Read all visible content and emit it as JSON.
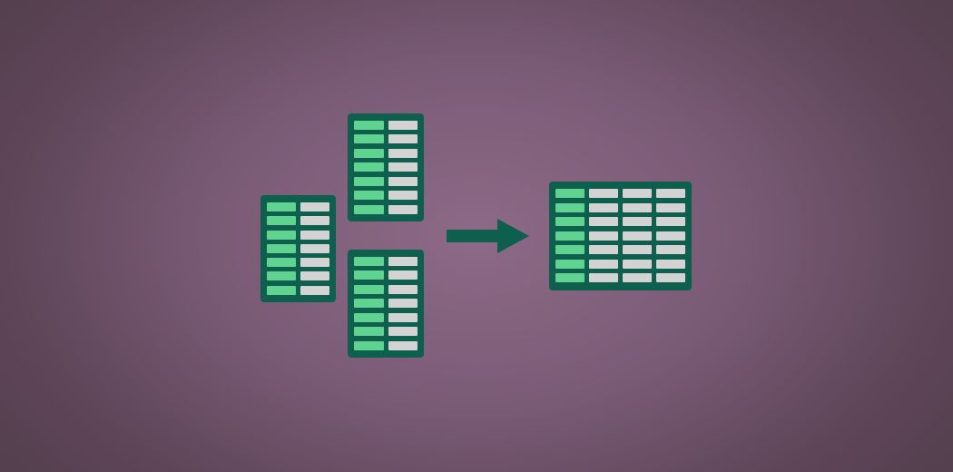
{
  "colors": {
    "background_center": "#8d6a87",
    "background_edge": "#54404f",
    "table_frame": "#0e5f4d",
    "key_cell": "#5fd38f",
    "value_cell": "#d3d3d3",
    "arrow": "#0e5f4d"
  },
  "source_tables": [
    {
      "name": "source-table-left",
      "rows": 7,
      "columns": 2
    },
    {
      "name": "source-table-top",
      "rows": 7,
      "columns": 2
    },
    {
      "name": "source-table-bottom",
      "rows": 7,
      "columns": 2
    }
  ],
  "merged_table": {
    "name": "merged-table",
    "rows": 7,
    "columns": 4
  },
  "arrow": {
    "icon": "arrow-right-icon",
    "direction": "right"
  }
}
